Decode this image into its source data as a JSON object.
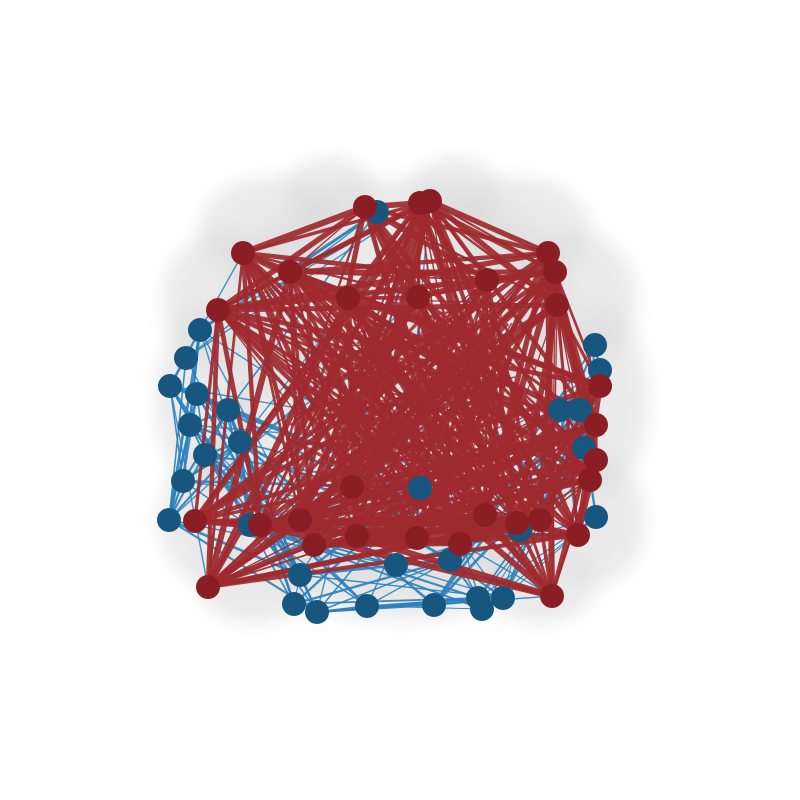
{
  "figure": {
    "type": "brain connectivity network",
    "view": "front",
    "background_color": "#ffffff",
    "brain_color": "#d9d9d9",
    "colors": {
      "group_red": "#8b1e24",
      "edge_red": "#9e2a2f",
      "group_blue": "#17577f",
      "edge_blue": "#2a80bb"
    },
    "node_groups": [
      "red",
      "blue"
    ]
  }
}
